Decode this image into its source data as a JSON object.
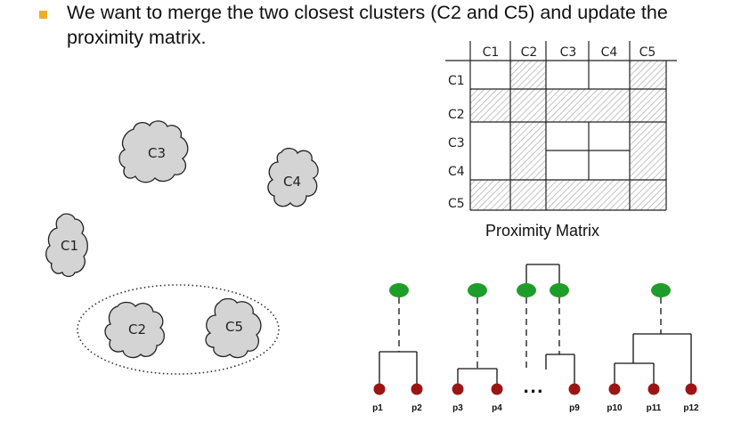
{
  "bullet": {
    "text": "We want to merge the two closest clusters (C2 and C5)  and update the proximity matrix."
  },
  "clusters": [
    {
      "label": "C1"
    },
    {
      "label": "C2"
    },
    {
      "label": "C3"
    },
    {
      "label": "C4"
    },
    {
      "label": "C5"
    }
  ],
  "matrix": {
    "caption": "Proximity Matrix",
    "row_labels": [
      "C1",
      "C2",
      "C3",
      "C4",
      "C5"
    ],
    "col_labels": [
      "C1",
      "C2",
      "C3",
      "C4",
      "C5"
    ]
  },
  "dendrogram": {
    "points": [
      "p1",
      "p2",
      "p3",
      "p4",
      "p9",
      "p10",
      "p11",
      "p12"
    ],
    "ellipsis": "..."
  },
  "colors": {
    "bullet": "#e8b11e",
    "cluster_fill": "#d4d4d4",
    "root_node": "#1f9d2a",
    "leaf_node": "#9b1515",
    "hatch": "#bbbbbb"
  }
}
